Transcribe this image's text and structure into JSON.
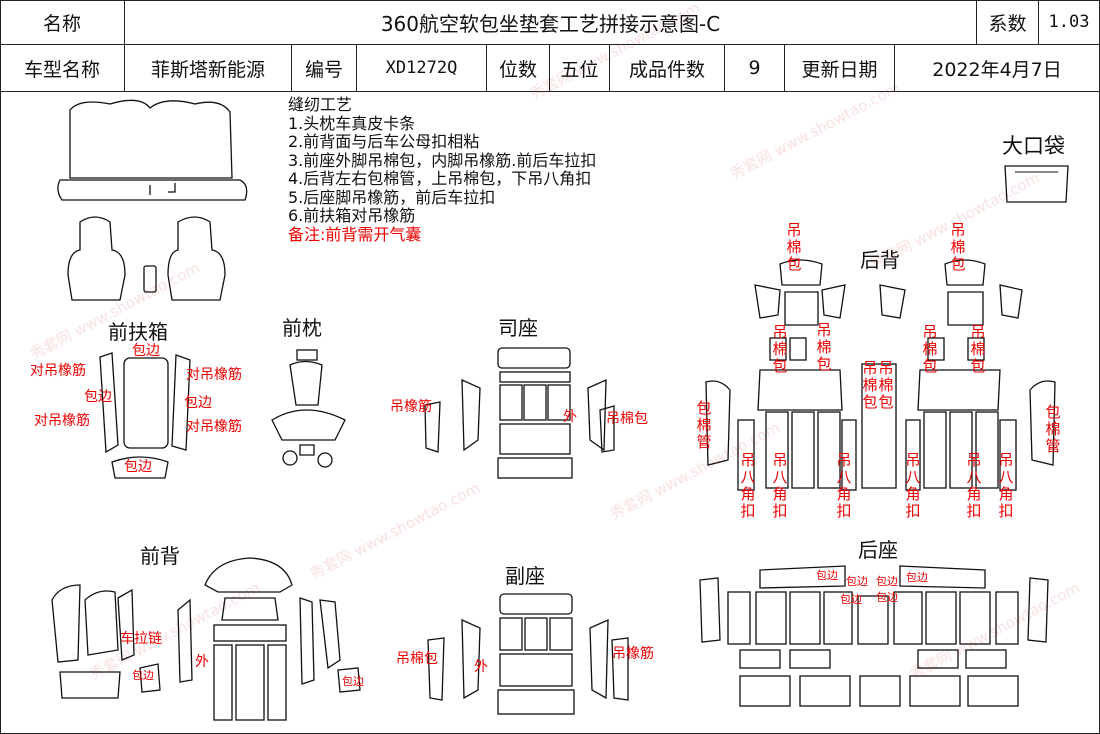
{
  "header": {
    "name_label": "名称",
    "doc_title": "360航空软包坐垫套工艺拼接示意图-C",
    "coef_label": "系数",
    "coef_value": "1.03",
    "model_label": "车型名称",
    "model_value": "菲斯塔新能源",
    "code_label": "编号",
    "code_value": "XD1272Q",
    "seats_label": "位数",
    "seats_value": "五位",
    "pieces_label": "成品件数",
    "pieces_value": "9",
    "date_label": "更新日期",
    "date_value": "2022年4月7日"
  },
  "notes": {
    "heading": "缝纫工艺",
    "items": [
      "1.头枕车真皮卡条",
      "2.前背面与后车公母扣相粘",
      "3.前座外脚吊棉包，内脚吊橡筋.前后车拉扣",
      "4.后背左右包棉管，上吊棉包，下吊八角扣",
      "5.后座脚吊橡筋，前后车拉扣",
      "6.前扶箱对吊橡筋"
    ],
    "remark": "备注:前背需开气囊"
  },
  "sections": {
    "front_armrest": "前扶箱",
    "front_headrest": "前枕",
    "driver_seat": "司座",
    "rear_back": "后背",
    "big_pocket": "大口袋",
    "front_back": "前背",
    "passenger_seat": "副座",
    "rear_seat": "后座"
  },
  "annotations": {
    "dui_diao": "对吊橡筋",
    "bao_bian": "包边",
    "diao_xiang_jin": "吊橡筋",
    "diao_mian_bao": "吊棉包",
    "bao_mian_guan": "包棉管",
    "diao_ba_jiao_kou": "吊八角扣",
    "wai": "外",
    "che_la_lian": "车拉链",
    "diao_mian_bao_v": "吊棉包"
  },
  "watermark": "秀套网 www.showtao.com",
  "colors": {
    "note_red": "#e00000",
    "line": "#111111",
    "watermark": "#f4c9c9"
  }
}
